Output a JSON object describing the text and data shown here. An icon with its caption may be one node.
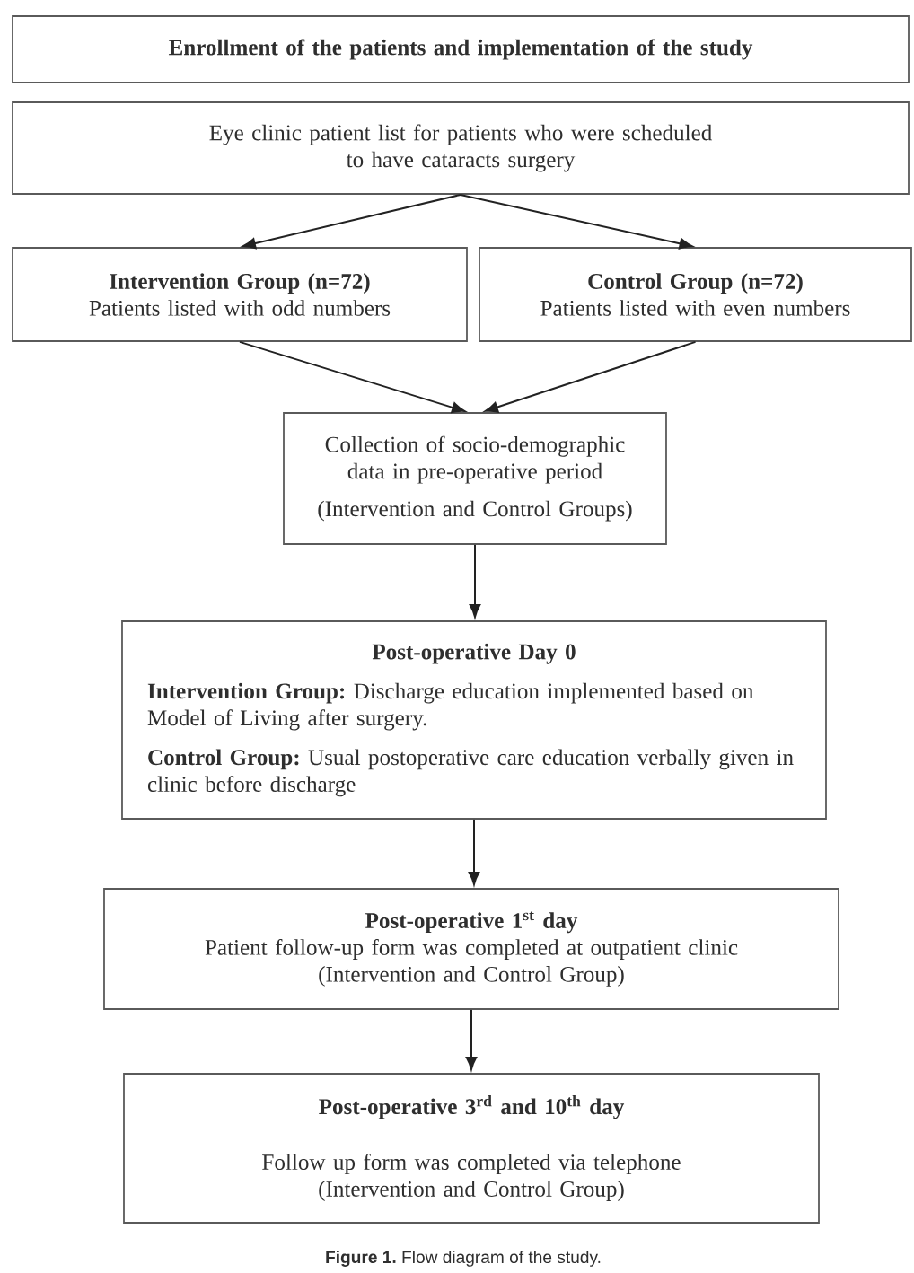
{
  "diagram": {
    "caption": "**Figure 1.** Flow diagram of the study.",
    "nodes": [
      {
        "text": [
          "Enrollment of the patients and implementation of the study"
        ]
      },
      {
        "text": [
          "Eye clinic patient list for patients who were scheduled to have cataracts surgery"
        ]
      },
      {
        "text": [
          "Intervention Group (n=72)",
          "Patients listed with odd numbers"
        ]
      },
      {
        "text": [
          "Control Group (n=72)",
          "Patients listed with even numbers"
        ]
      },
      {
        "text": [
          "Collection of socio-demographic data in pre-operative period",
          "(Intervention and Control Groups)"
        ]
      },
      {
        "text": [
          "Post-operative Day 0",
          "**Intervention Group:** Discharge education implemented based on Model of Living after surgery.",
          "**Control Group:** Usual postoperative care education verbally given in clinic before discharge"
        ]
      },
      {
        "text": [
          "Post-operative 1$^{st}$ day",
          "Patient follow-up form was completed at outpatient clinic",
          "(Intervention and Control Group)"
        ]
      },
      {
        "text": [
          "Post-operative 3$^{rd}$ and 10$^{th}$ day",
          "Follow up form was completed via telephone",
          "(Intervention and Control Group)"
        ]
      }
    ],
    "edges": [
      {
        "from": 1,
        "to": 2,
        "arrow": "to"
      },
      {
        "from": 1,
        "to": 3,
        "arrow": "to"
      },
      {
        "from": 2,
        "to": 4,
        "arrow": "to"
      },
      {
        "from": 3,
        "to": 4,
        "arrow": "to"
      },
      {
        "from": 4,
        "to": 5,
        "arrow": "to"
      },
      {
        "from": 5,
        "to": 6,
        "arrow": "to"
      },
      {
        "from": 6,
        "to": 7,
        "arrow": "to"
      }
    ]
  }
}
